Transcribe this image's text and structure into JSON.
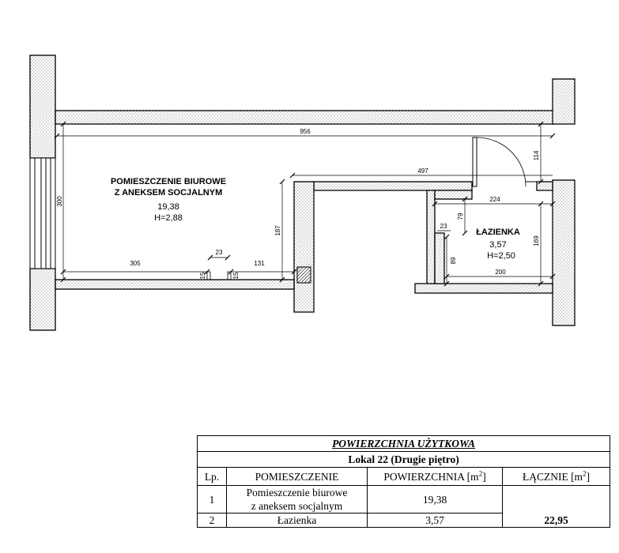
{
  "rooms": {
    "office": {
      "name_line1": "POMIESZCZENIE BIUROWE",
      "name_line2": "Z ANEKSEM SOCJALNYM",
      "area": "19,38",
      "height": "H=2,88"
    },
    "bathroom": {
      "name": "ŁAZIENKA",
      "area": "3,57",
      "height": "H=2,50"
    }
  },
  "dimensions": {
    "d956": "956",
    "d497": "497",
    "d300": "300",
    "d224": "224",
    "d114": "114",
    "d187": "187",
    "d305": "305",
    "d131": "131",
    "d23a": "23",
    "d23b": "23",
    "d15a": "15",
    "d15b": "15",
    "d79": "79",
    "d89": "89",
    "d169": "169",
    "d200": "200"
  },
  "table": {
    "title": "POWIERZCHNIA UŻYTKOWA",
    "subtitle": "Lokal 22 (Drugie piętro)",
    "headers": {
      "lp": "Lp.",
      "room": "POMIESZCZENIE",
      "area": "POWIERZCHNIA [m",
      "total": "ŁĄCZNIE [m",
      "unit_sup": "2",
      "close": "]"
    },
    "rows": [
      {
        "lp": "1",
        "room_line1": "Pomieszczenie biurowe",
        "room_line2": "z aneksem socjalnym",
        "area": "19,38"
      },
      {
        "lp": "2",
        "room": "Łazienka",
        "area": "3,57"
      }
    ],
    "total": "22,95"
  }
}
